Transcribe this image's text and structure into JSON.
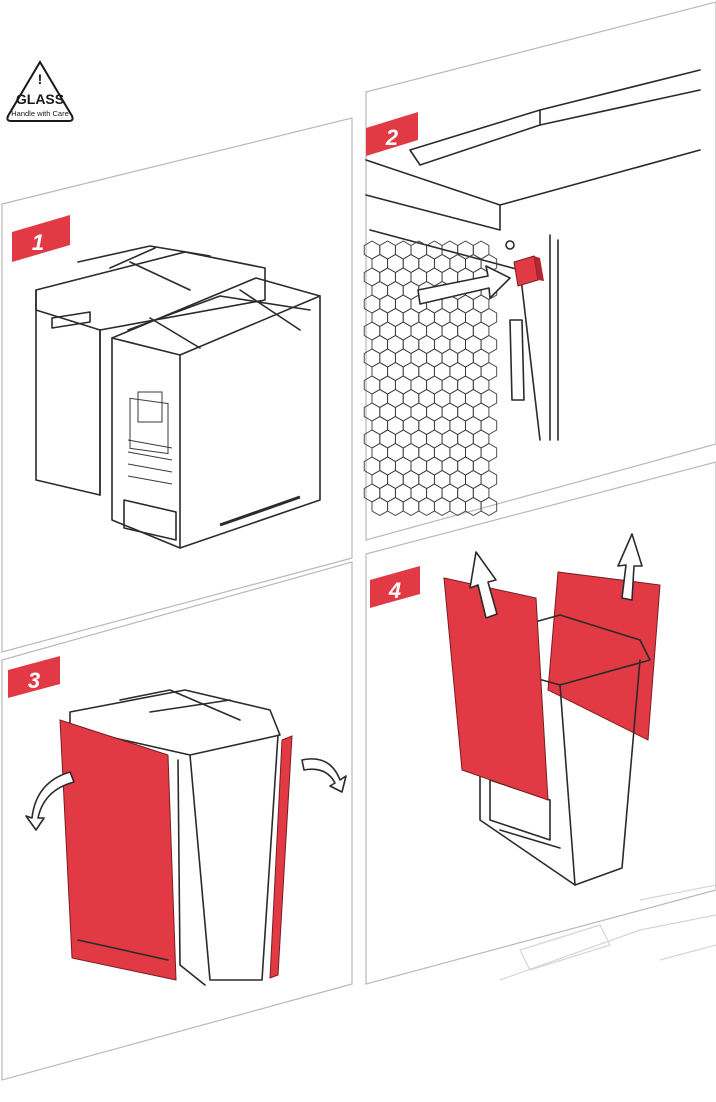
{
  "warning": {
    "icon": "glass-warning-icon",
    "mark": "!",
    "title": "GLASS",
    "subtitle": "Handle with Care"
  },
  "steps": [
    {
      "number": "1"
    },
    {
      "number": "2"
    },
    {
      "number": "3"
    },
    {
      "number": "4"
    }
  ],
  "colors": {
    "accent": "#e23a45",
    "line": "#2b2b2b",
    "panel_border": "#b9b9b9"
  }
}
